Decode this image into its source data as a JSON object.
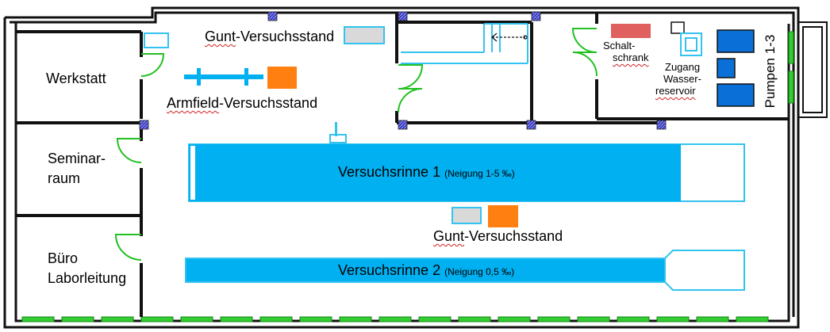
{
  "rooms": {
    "workshop": "Werkstatt",
    "seminar_line1": "Seminar-",
    "seminar_line2": "raum",
    "office_line1": "Büro",
    "office_line2": "Laborleitung"
  },
  "equipment": {
    "gunt_top_prefix": "Gunt",
    "gunt_top_suffix": "-Versuchsstand",
    "armfield_prefix": "Armfield",
    "armfield_suffix": "-Versuchsstand",
    "gunt_mid_prefix": "Gunt",
    "gunt_mid_suffix": "-Versuchsstand",
    "schalt_line1": "Schalt-",
    "schalt_line2": "schrank",
    "zugang_line1": "Zugang",
    "zugang_line2": "Wasser-",
    "zugang_line3": "reservoir",
    "pumps": "Pumpen 1-3"
  },
  "channels": {
    "channel1_name": "Versuchsrinne 1",
    "channel1_note": "(Neigung 1-5 ‰)",
    "channel2_name": "Versuchsrinne 2",
    "channel2_note": "(Neigung 0,5 ‰)"
  },
  "colors": {
    "channel_fill": "#00b0f0",
    "channel_outline": "#33c3f0",
    "orange_unit": "#ff7f10",
    "grey_unit": "#d9d9d9",
    "switch_cabinet": "#e06060",
    "pump_blue": "#0a6fd6",
    "column_blue": "#3a3ab8",
    "door_green": "#22c022",
    "wall": "#111111"
  }
}
